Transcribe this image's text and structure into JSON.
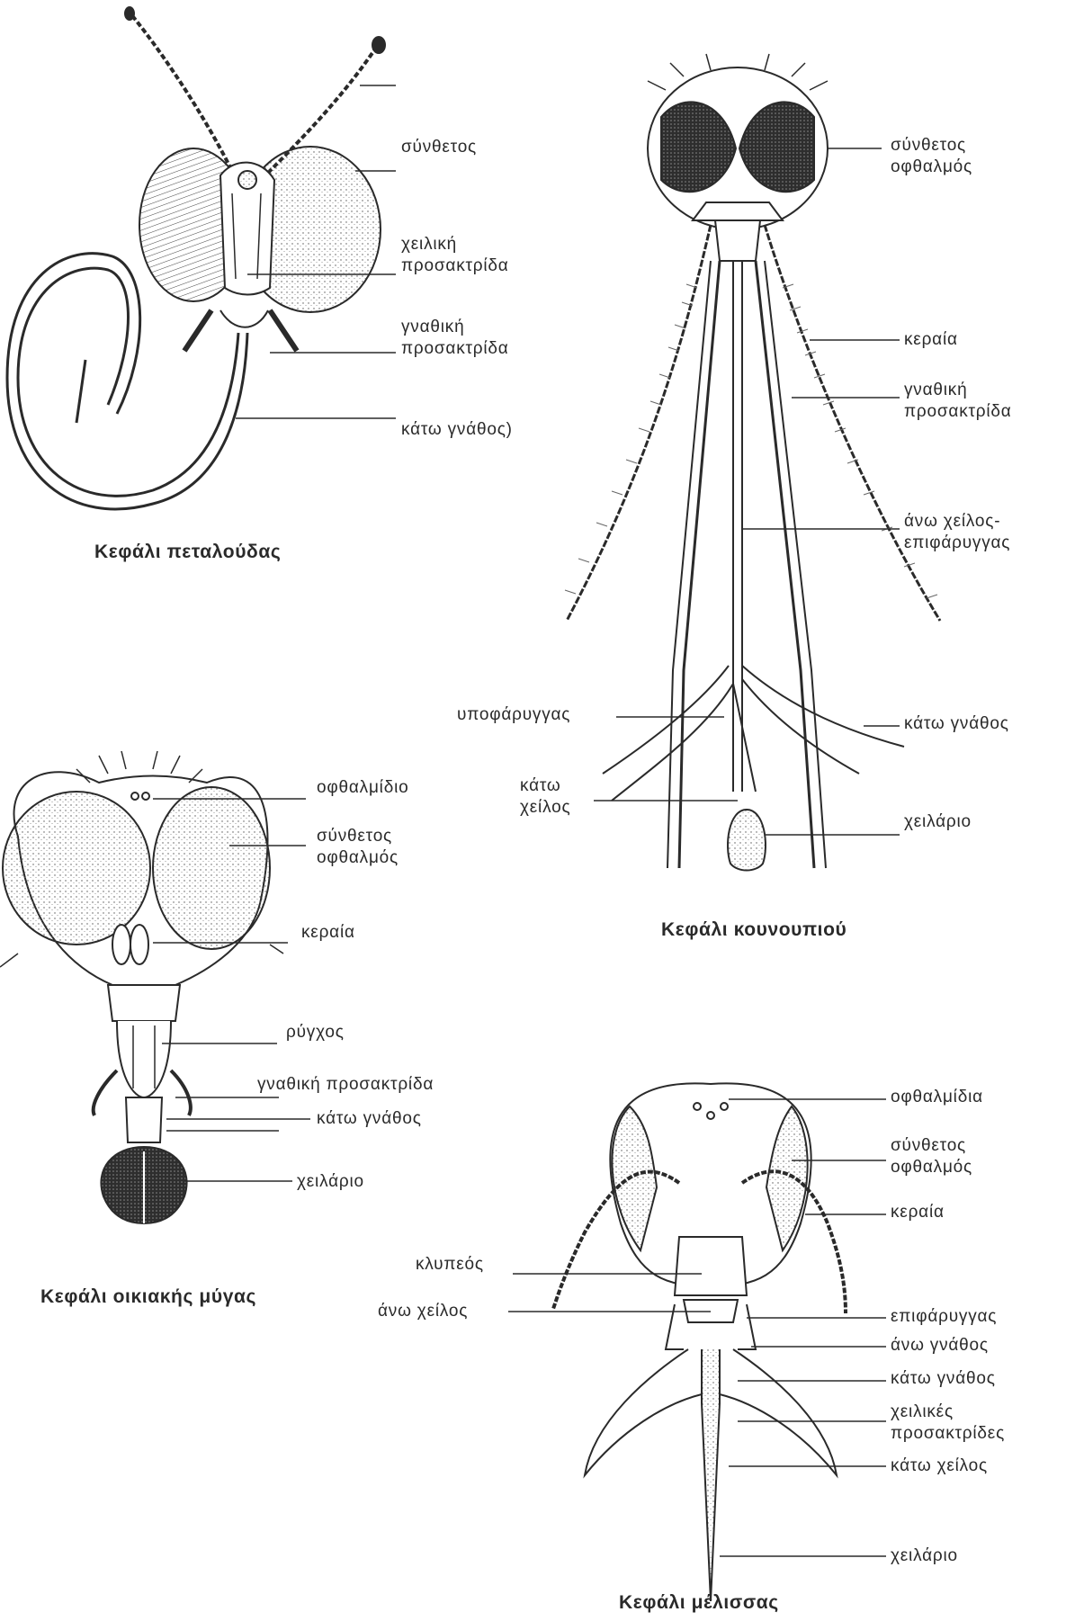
{
  "butterfly": {
    "caption": "Κεφάλι πεταλούδας",
    "labels": {
      "compound_eye": "σύνθετος",
      "labial_palp": [
        "χειλική",
        "προσακτρίδα"
      ],
      "maxillary_palp": [
        "γναθική",
        "προσακτρίδα"
      ],
      "maxilla": "κάτω γνάθος)"
    }
  },
  "mosquito": {
    "caption": "Κεφάλι κουνουπιού",
    "labels": {
      "compound_eye": [
        "σύνθετος",
        "οφθαλμός"
      ],
      "antenna": "κεραία",
      "maxillary_palp": [
        "γναθική",
        "προσακτρίδα"
      ],
      "labrum_epipharynx": [
        "άνω χείλος-",
        "επιφάρυγγας"
      ],
      "hypopharynx": "υποφάρυγγας",
      "maxilla": "κάτω γνάθος",
      "labium": [
        "κάτω",
        "χείλος"
      ],
      "labellum": "χειλάριο"
    }
  },
  "housefly": {
    "caption": "Κεφάλι οικιακής μύγας",
    "labels": {
      "ocellus": "οφθαλμίδιο",
      "compound_eye": [
        "σύνθετος",
        "οφθαλμός"
      ],
      "antenna": "κεραία",
      "proboscis": "ρύγχος",
      "maxillary_palp": "γναθική   προσακτρίδα",
      "maxilla": "κάτω γνάθος",
      "labellum": "χειλάριο"
    }
  },
  "bee": {
    "caption": "Κεφάλι μέλισσας",
    "labels": {
      "ocelli": "οφθαλμίδια",
      "compound_eye": [
        "σύνθετος",
        "οφθαλμός"
      ],
      "antenna": "κεραία",
      "clypeus": "κλυπεός",
      "labrum": "άνω χείλος",
      "epipharynx": "επιφάρυγγας",
      "mandible": "άνω γνάθος",
      "maxilla": "κάτω γνάθος",
      "labial_palps": [
        "χειλικές",
        "προσακτρίδες"
      ],
      "labium": "κάτω χείλος",
      "labellum": "χειλάριο"
    }
  }
}
